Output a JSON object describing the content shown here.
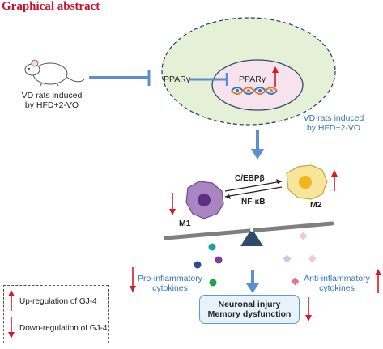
{
  "title": "Graphical abstract",
  "model_label": "VD rats induced by HFD+2-VO",
  "model_label_line1": "VD rats induced",
  "model_label_line2": "by HFD+2-VO",
  "pparg_outer": "PPARγ",
  "pparg_nucleus": "PPARγ",
  "cebpb": "C/EBPβ",
  "nfkb": "NF-κB",
  "m1": "M1",
  "m2": "M2",
  "pro_inflammatory_line1": "Pro-inflammatory",
  "pro_inflammatory_line2": "cytokines",
  "anti_inflammatory_line1": "Anti-inflammatory",
  "anti_inflammatory_line2": "cytokines",
  "outcome_line1": "Neuronal injury",
  "outcome_line2": "Memory dysfunction",
  "legend": {
    "up": "Up-regulation of GJ-4",
    "down": "Down-regulation of GJ-4"
  },
  "colors": {
    "title": "#c8102e",
    "arrow_red": "#d7192b",
    "arrow_blue": "#5a8fd0",
    "cell_outer_fill": "#e5f0d6",
    "nucleus_fill": "#f6e3ee",
    "m1_cell": "#a986c2",
    "m2_cell": "#f6e59a",
    "seesaw": "#7f7f7f",
    "fulcrum": "#2e4a6b"
  }
}
